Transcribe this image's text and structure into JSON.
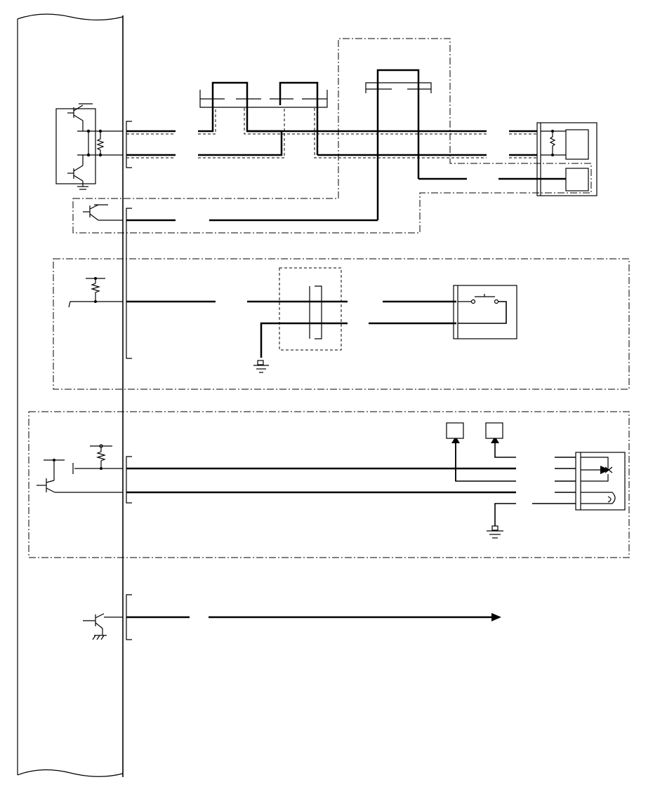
{
  "diagram": {
    "type": "wiring-schematic",
    "labels": [],
    "colors": {
      "line": "#000000",
      "background": "#ffffff"
    },
    "circuits": [
      {
        "name": "twisted-pair-circuit",
        "wires": 2,
        "shielded": true,
        "connectors": 4
      },
      {
        "name": "single-wire-circuit-top",
        "wires": 1
      },
      {
        "name": "switch-circuit",
        "wires": 2,
        "contains": [
          "pull-up-resistor",
          "ground",
          "switch"
        ]
      },
      {
        "name": "sensor-circuit",
        "wires": 4,
        "contains": [
          "pull-up-resistor",
          "transistor",
          "ground",
          "sensor"
        ]
      },
      {
        "name": "output-circuit",
        "wires": 1,
        "contains": [
          "transistor",
          "arrow-output"
        ]
      }
    ]
  }
}
